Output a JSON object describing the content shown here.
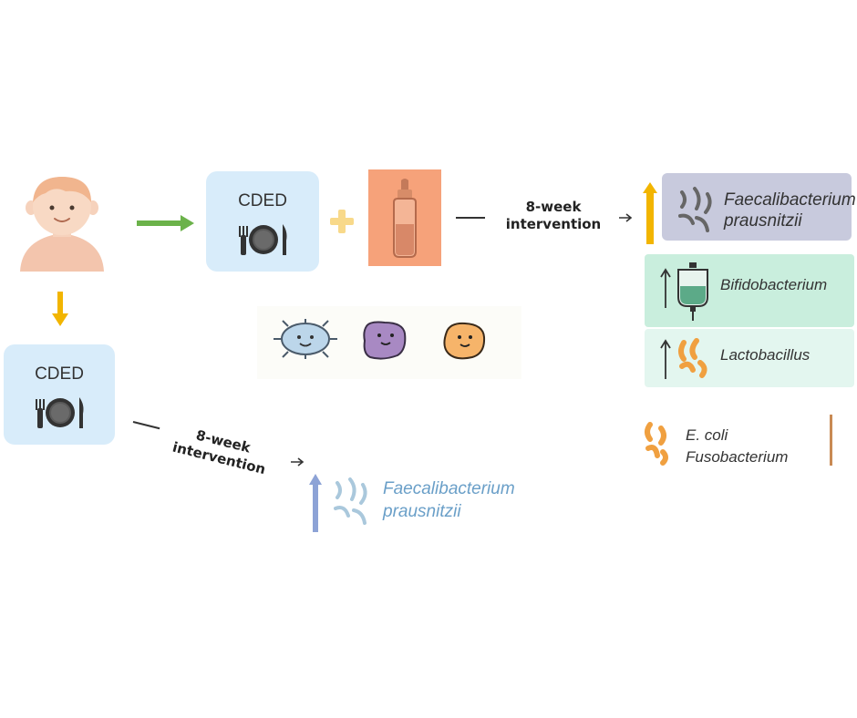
{
  "top_row": {
    "diet_label": "CDED",
    "step_line1": "8-week",
    "step_line2": "intervention",
    "results": {
      "faecali_line1": "Faecalibacterium",
      "faecali_line2": "prausnitzii",
      "bifido": "Bifidobacterium",
      "lacto": "Lactobacillus",
      "ecoli": "E. coli",
      "fuso": "Fusobacterium"
    }
  },
  "bottom_row": {
    "diet_label": "CDED",
    "step_line1": "8-week",
    "step_line2": "intervention",
    "result_line1": "Faecalibacterium",
    "result_line2": "prausnitzii"
  },
  "icons": [
    "child-icon",
    "green-arrow-right-icon",
    "yellow-arrow-down-icon",
    "plate-cutlery-icon",
    "plus-icon",
    "baby-bottle-icon",
    "virus-face-icon",
    "purple-bacterium-icon",
    "orange-bacterium-icon",
    "bacteria-cluster-icon",
    "iv-bag-icon",
    "up-arrow-icon"
  ],
  "colors": {
    "cded_box": "#d8ecfa",
    "bottle_box": "#f6a27a",
    "green_arrow": "#6bb24a",
    "yellow_arrow": "#f2b500",
    "faecali_box": "#c8cadd",
    "bifido_box": "#c9eedd",
    "lacto_box": "#e3f6ef",
    "orange_bacteria": "#f0a040",
    "bottom_text": "#6a9fc8"
  }
}
